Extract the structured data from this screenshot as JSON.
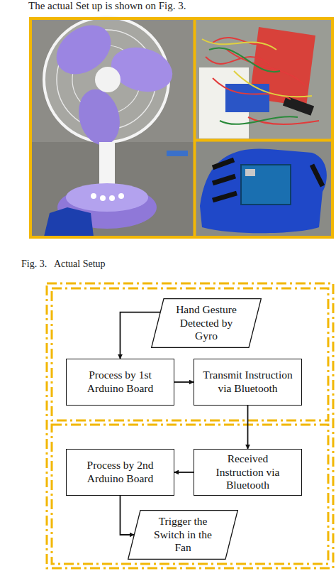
{
  "diagram": {
    "caption": "Fig. 3.   Actual Setup",
    "nodes": [
      {
        "text": [
          "Hand Gesture Detected by Gyro"
        ]
      },
      {
        "text": [
          "Process by 1st Arduino Board"
        ]
      },
      {
        "text": [
          "Transmit Instruction via Bluetooth"
        ]
      },
      {
        "text": [
          "Received Instruction via Bluetooth"
        ]
      },
      {
        "text": [
          "Process by 2nd Arduino Board"
        ]
      },
      {
        "text": [
          "Trigger the Switch in the Fan"
        ]
      }
    ],
    "edges": [
      {
        "from": 0,
        "to": 1,
        "arrow": "to"
      },
      {
        "from": 1,
        "to": 2,
        "arrow": "to"
      },
      {
        "from": 2,
        "to": 3,
        "arrow": "to"
      },
      {
        "from": 3,
        "to": 4,
        "arrow": "to"
      },
      {
        "from": 4,
        "to": 5,
        "arrow": "to"
      }
    ],
    "labels": [
      "The actual Set up is shown on Fig. 3."
    ]
  }
}
